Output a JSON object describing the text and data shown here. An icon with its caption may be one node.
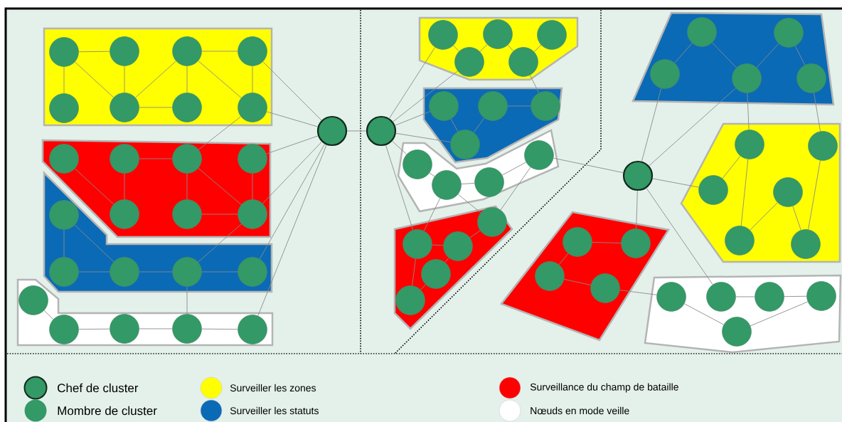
{
  "diagram": {
    "nodes": [
      {
        "text": [],
        "shape": "polygon"
      },
      {
        "text": [],
        "shape": "circle",
        "in": 0
      },
      {
        "text": [],
        "shape": "circle",
        "in": 0
      },
      {
        "text": [],
        "shape": "circle",
        "in": 0
      },
      {
        "text": [],
        "shape": "circle",
        "in": 0
      },
      {
        "text": [],
        "shape": "circle",
        "in": 0
      },
      {
        "text": [],
        "shape": "circle",
        "in": 0
      },
      {
        "text": [],
        "shape": "circle",
        "in": 0
      },
      {
        "text": [],
        "shape": "circle",
        "in": 0
      },
      {
        "text": [],
        "shape": "polygon"
      },
      {
        "text": [],
        "shape": "circle",
        "in": 9
      },
      {
        "text": [],
        "shape": "circle",
        "in": 9
      },
      {
        "text": [],
        "shape": "circle",
        "in": 9
      },
      {
        "text": [],
        "shape": "circle",
        "in": 9
      },
      {
        "text": [],
        "shape": "circle",
        "in": 9
      },
      {
        "text": [],
        "shape": "circle",
        "in": 9
      },
      {
        "text": [],
        "shape": "circle",
        "in": 9
      },
      {
        "text": [],
        "shape": "polygon"
      },
      {
        "text": [],
        "shape": "circle",
        "in": 17
      },
      {
        "text": [],
        "shape": "circle",
        "in": 17
      },
      {
        "text": [],
        "shape": "circle",
        "in": 17
      },
      {
        "text": [],
        "shape": "circle",
        "in": 17
      },
      {
        "text": [],
        "shape": "circle",
        "in": 17
      },
      {
        "text": [],
        "shape": "polygon"
      },
      {
        "text": [],
        "shape": "circle",
        "in": 23
      },
      {
        "text": [],
        "shape": "circle",
        "in": 23
      },
      {
        "text": [],
        "shape": "circle",
        "in": 23
      },
      {
        "text": [],
        "shape": "circle",
        "in": 23
      },
      {
        "text": [],
        "shape": "circle",
        "in": 23
      },
      {
        "text": [],
        "shape": "circle"
      },
      {
        "text": [],
        "shape": "circle"
      },
      {
        "text": [],
        "shape": "polygon"
      },
      {
        "text": [],
        "shape": "circle",
        "in": 31
      },
      {
        "text": [],
        "shape": "circle",
        "in": 31
      },
      {
        "text": [],
        "shape": "circle",
        "in": 31
      },
      {
        "text": [],
        "shape": "circle",
        "in": 31
      },
      {
        "text": [],
        "shape": "circle",
        "in": 31
      },
      {
        "text": [],
        "shape": "polygon"
      },
      {
        "text": [],
        "shape": "circle",
        "in": 37
      },
      {
        "text": [],
        "shape": "circle",
        "in": 37
      },
      {
        "text": [],
        "shape": "circle",
        "in": 37
      },
      {
        "text": [],
        "shape": "circle",
        "in": 37
      },
      {
        "text": [],
        "shape": "polygon"
      },
      {
        "text": [],
        "shape": "circle",
        "in": 42
      },
      {
        "text": [],
        "shape": "circle",
        "in": 42
      },
      {
        "text": [],
        "shape": "circle",
        "in": 42
      },
      {
        "text": [],
        "shape": "circle",
        "in": 42
      },
      {
        "text": [],
        "shape": "polygon"
      },
      {
        "text": [],
        "shape": "circle",
        "in": 47
      },
      {
        "text": [],
        "shape": "circle",
        "in": 47
      },
      {
        "text": [],
        "shape": "circle",
        "in": 47
      },
      {
        "text": [],
        "shape": "circle",
        "in": 47
      },
      {
        "text": [],
        "shape": "circle",
        "in": 47
      },
      {
        "text": [],
        "shape": "polygon"
      },
      {
        "text": [],
        "shape": "circle",
        "in": 53
      },
      {
        "text": [],
        "shape": "circle",
        "in": 53
      },
      {
        "text": [],
        "shape": "circle",
        "in": 53
      },
      {
        "text": [],
        "shape": "circle",
        "in": 53
      },
      {
        "text": [],
        "shape": "circle",
        "in": 53
      },
      {
        "text": [],
        "shape": "circle"
      },
      {
        "text": [],
        "shape": "polygon"
      },
      {
        "text": [],
        "shape": "circle",
        "in": 60
      },
      {
        "text": [],
        "shape": "circle",
        "in": 60
      },
      {
        "text": [],
        "shape": "circle",
        "in": 60
      },
      {
        "text": [],
        "shape": "circle",
        "in": 60
      },
      {
        "text": [],
        "shape": "circle",
        "in": 60
      },
      {
        "text": [],
        "shape": "circle",
        "in": 60
      },
      {
        "text": [],
        "shape": "polygon"
      },
      {
        "text": [],
        "shape": "circle",
        "in": 67
      },
      {
        "text": [],
        "shape": "circle",
        "in": 67
      },
      {
        "text": [],
        "shape": "circle",
        "in": 67
      },
      {
        "text": [],
        "shape": "circle",
        "in": 67
      },
      {
        "text": [],
        "shape": "polygon"
      },
      {
        "text": [],
        "shape": "circle",
        "in": 72
      },
      {
        "text": [],
        "shape": "circle",
        "in": 72
      },
      {
        "text": [],
        "shape": "circle",
        "in": 72
      },
      {
        "text": [],
        "shape": "circle",
        "in": 72
      },
      {
        "text": [],
        "shape": "circle",
        "in": 72
      }
    ],
    "edges": [
      {
        "from": 1,
        "to": 2,
        "arrow": "none"
      },
      {
        "from": 1,
        "to": 5,
        "arrow": "none"
      },
      {
        "from": 1,
        "to": 6,
        "arrow": "none"
      },
      {
        "from": 2,
        "to": 6,
        "arrow": "none"
      },
      {
        "from": 6,
        "to": 3,
        "arrow": "none"
      },
      {
        "from": 6,
        "to": 7,
        "arrow": "none"
      },
      {
        "from": 3,
        "to": 7,
        "arrow": "none"
      },
      {
        "from": 3,
        "to": 4,
        "arrow": "none"
      },
      {
        "from": 3,
        "to": 8,
        "arrow": "none"
      },
      {
        "from": 4,
        "to": 8,
        "arrow": "none"
      },
      {
        "from": 4,
        "to": 29,
        "arrow": "none"
      },
      {
        "from": 8,
        "to": 29,
        "arrow": "none"
      },
      {
        "from": 11,
        "to": 12,
        "arrow": "none"
      },
      {
        "from": 12,
        "to": 8,
        "arrow": "none"
      },
      {
        "from": 10,
        "to": 14,
        "arrow": "none"
      },
      {
        "from": 11,
        "to": 14,
        "arrow": "none"
      },
      {
        "from": 12,
        "to": 15,
        "arrow": "none"
      },
      {
        "from": 12,
        "to": 16,
        "arrow": "none"
      },
      {
        "from": 13,
        "to": 16,
        "arrow": "none"
      },
      {
        "from": 15,
        "to": 16,
        "arrow": "none"
      },
      {
        "from": 13,
        "to": 29,
        "arrow": "none"
      },
      {
        "from": 16,
        "to": 29,
        "arrow": "none"
      },
      {
        "from": 18,
        "to": 19,
        "arrow": "none"
      },
      {
        "from": 18,
        "to": 20,
        "arrow": "none"
      },
      {
        "from": 19,
        "to": 20,
        "arrow": "none"
      },
      {
        "from": 20,
        "to": 21,
        "arrow": "none"
      },
      {
        "from": 21,
        "to": 22,
        "arrow": "none"
      },
      {
        "from": 21,
        "to": 16,
        "arrow": "none"
      },
      {
        "from": 22,
        "to": 29,
        "arrow": "none"
      },
      {
        "from": 24,
        "to": 25,
        "arrow": "none"
      },
      {
        "from": 25,
        "to": 26,
        "arrow": "none"
      },
      {
        "from": 26,
        "to": 27,
        "arrow": "none"
      },
      {
        "from": 27,
        "to": 28,
        "arrow": "none"
      },
      {
        "from": 27,
        "to": 21,
        "arrow": "none"
      },
      {
        "from": 28,
        "to": 29,
        "arrow": "none"
      },
      {
        "from": 29,
        "to": 30,
        "arrow": "none"
      },
      {
        "from": 32,
        "to": 35,
        "arrow": "none"
      },
      {
        "from": 35,
        "to": 33,
        "arrow": "none"
      },
      {
        "from": 33,
        "to": 36,
        "arrow": "none"
      },
      {
        "from": 36,
        "to": 34,
        "arrow": "none"
      },
      {
        "from": 30,
        "to": 32,
        "arrow": "none"
      },
      {
        "from": 30,
        "to": 35,
        "arrow": "none"
      },
      {
        "from": 36,
        "to": 40,
        "arrow": "none"
      },
      {
        "from": 38,
        "to": 41,
        "arrow": "none"
      },
      {
        "from": 39,
        "to": 41,
        "arrow": "none"
      },
      {
        "from": 39,
        "to": 40,
        "arrow": "none"
      },
      {
        "from": 30,
        "to": 38,
        "arrow": "none"
      },
      {
        "from": 30,
        "to": 41,
        "arrow": "none"
      },
      {
        "from": 43,
        "to": 44,
        "arrow": "none"
      },
      {
        "from": 44,
        "to": 45,
        "arrow": "none"
      },
      {
        "from": 45,
        "to": 46,
        "arrow": "none"
      },
      {
        "from": 30,
        "to": 43,
        "arrow": "none"
      },
      {
        "from": 46,
        "to": 59,
        "arrow": "none"
      },
      {
        "from": 48,
        "to": 49,
        "arrow": "none"
      },
      {
        "from": 49,
        "to": 50,
        "arrow": "none"
      },
      {
        "from": 49,
        "to": 51,
        "arrow": "none"
      },
      {
        "from": 48,
        "to": 52,
        "arrow": "none"
      },
      {
        "from": 51,
        "to": 52,
        "arrow": "none"
      },
      {
        "from": 30,
        "to": 48,
        "arrow": "none"
      },
      {
        "from": 44,
        "to": 48,
        "arrow": "none"
      },
      {
        "from": 44,
        "to": 50,
        "arrow": "none"
      },
      {
        "from": 46,
        "to": 50,
        "arrow": "none"
      },
      {
        "from": 54,
        "to": 56,
        "arrow": "none"
      },
      {
        "from": 54,
        "to": 57,
        "arrow": "none"
      },
      {
        "from": 57,
        "to": 55,
        "arrow": "none"
      },
      {
        "from": 55,
        "to": 58,
        "arrow": "none"
      },
      {
        "from": 59,
        "to": 56,
        "arrow": "none"
      },
      {
        "from": 59,
        "to": 57,
        "arrow": "none"
      },
      {
        "from": 57,
        "to": 61,
        "arrow": "none"
      },
      {
        "from": 58,
        "to": 62,
        "arrow": "none"
      },
      {
        "from": 61,
        "to": 63,
        "arrow": "none"
      },
      {
        "from": 61,
        "to": 65,
        "arrow": "none"
      },
      {
        "from": 64,
        "to": 65,
        "arrow": "none"
      },
      {
        "from": 64,
        "to": 66,
        "arrow": "none"
      },
      {
        "from": 62,
        "to": 66,
        "arrow": "none"
      },
      {
        "from": 59,
        "to": 63,
        "arrow": "none"
      },
      {
        "from": 68,
        "to": 69,
        "arrow": "none"
      },
      {
        "from": 68,
        "to": 70,
        "arrow": "none"
      },
      {
        "from": 70,
        "to": 71,
        "arrow": "none"
      },
      {
        "from": 71,
        "to": 73,
        "arrow": "none"
      },
      {
        "from": 59,
        "to": 69,
        "arrow": "none"
      },
      {
        "from": 74,
        "to": 75,
        "arrow": "none"
      },
      {
        "from": 75,
        "to": 76,
        "arrow": "none"
      },
      {
        "from": 73,
        "to": 77,
        "arrow": "none"
      },
      {
        "from": 77,
        "to": 76,
        "arrow": "none"
      },
      {
        "from": 59,
        "to": 74,
        "arrow": "none"
      }
    ],
    "legend": [
      {
        "text": "Chef de cluster"
      },
      {
        "text": "Mombre de cluster"
      },
      {
        "text": "Surveiller les zones",
        "color": "#ffff00"
      },
      {
        "text": "Surveiller les statuts",
        "color": "#0a6ab6"
      },
      {
        "text": "Surveillance du champ de bataille",
        "color": "#ff0000"
      },
      {
        "text": "Nœuds en mode veille",
        "color": "#ffffff"
      }
    ]
  }
}
